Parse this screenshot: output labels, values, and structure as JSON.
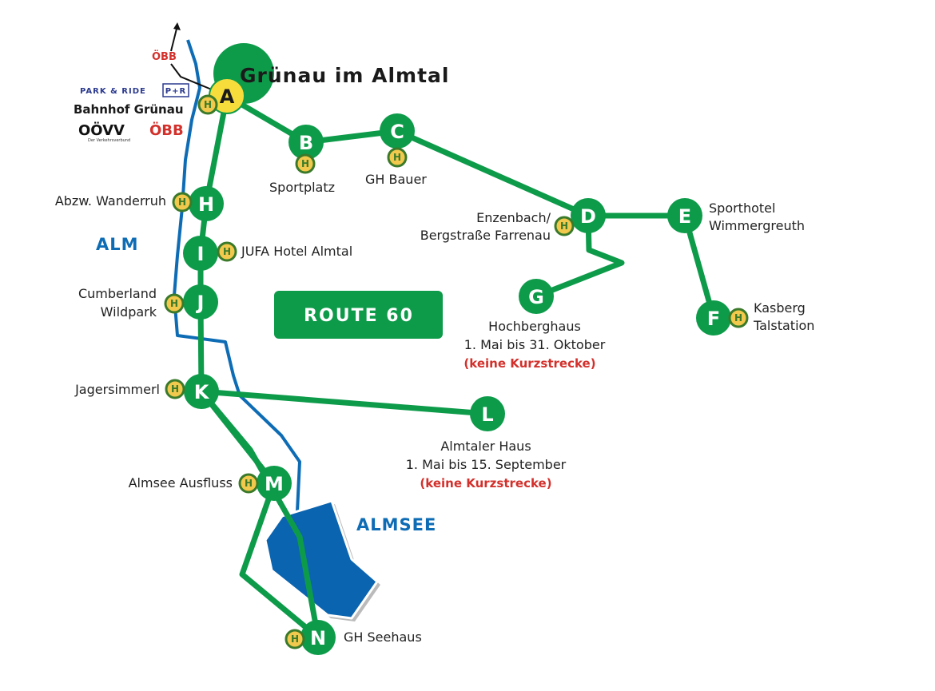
{
  "title": "Grünau im Almtal",
  "route_label": "ROUTE 60",
  "colors": {
    "route_green": "#0d9b4a",
    "river_blue": "#0e6cb5",
    "lake_blue": "#0a64b0",
    "hub_yellow": "#f6dd3c",
    "h_badge_fill": "#f2c94c",
    "note_red": "#d3302b"
  },
  "water": {
    "river": "ALM",
    "lake": "ALMSEE"
  },
  "station": {
    "park_ride": "PARK & RIDE",
    "pr_badge": "P+R",
    "name": "Bahnhof Grünau",
    "obb_top": "ÖBB",
    "obb": "ÖBB",
    "oovv": "OÖVV",
    "oovv_sub": "Der Verkehrsverbund"
  },
  "stops": {
    "A": {
      "letter": "A",
      "name": ""
    },
    "B": {
      "letter": "B",
      "name": "Sportplatz"
    },
    "C": {
      "letter": "C",
      "name": "GH Bauer"
    },
    "D": {
      "letter": "D",
      "name1": "Enzenbach/",
      "name2": "Bergstraße Farrenau"
    },
    "E": {
      "letter": "E",
      "name1": "Sporthotel",
      "name2": "Wimmergreuth"
    },
    "F": {
      "letter": "F",
      "name1": "Kasberg",
      "name2": "Talstation"
    },
    "G": {
      "letter": "G",
      "name1": "Hochberghaus",
      "name2": "1. Mai bis 31. Oktober",
      "note": "(keine Kurzstrecke)"
    },
    "H": {
      "letter": "H",
      "name": "Abzw. Wanderruh"
    },
    "I": {
      "letter": "I",
      "name": "JUFA Hotel Almtal"
    },
    "J": {
      "letter": "J",
      "name1": "Cumberland",
      "name2": "Wildpark"
    },
    "K": {
      "letter": "K",
      "name": "Jagersimmerl"
    },
    "L": {
      "letter": "L",
      "name1": "Almtaler Haus",
      "name2": "1. Mai bis 15. September",
      "note": "(keine Kurzstrecke)"
    },
    "M": {
      "letter": "M",
      "name": "Almsee Ausfluss"
    },
    "N": {
      "letter": "N",
      "name": "GH Seehaus"
    }
  },
  "h_badge": "H"
}
